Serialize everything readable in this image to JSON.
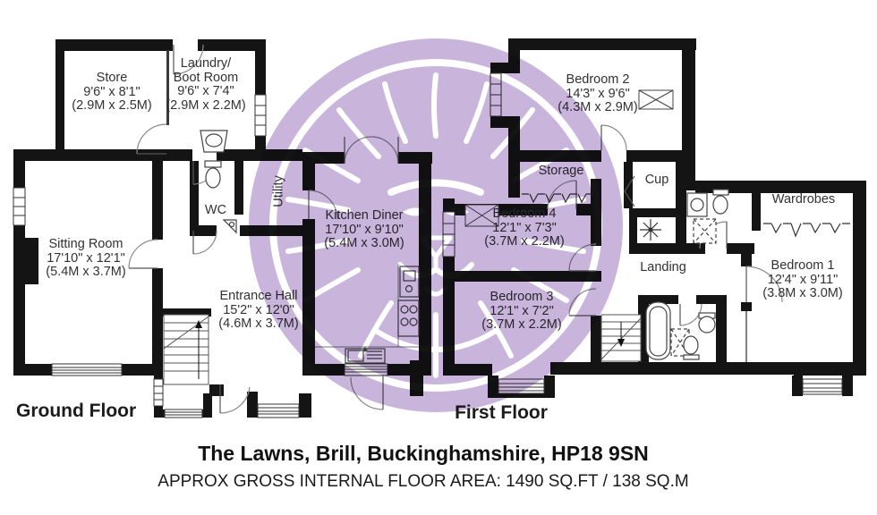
{
  "colors": {
    "watermark_lavender": "#c9b5dc",
    "wall_black": "#141414",
    "label_text": "#323232",
    "heading_text": "#1c1c1c"
  },
  "headings": {
    "ground_floor": "Ground Floor",
    "first_floor": "First Floor",
    "address": "The Lawns, Brill, Buckinghamshire, HP18 9SN",
    "area": "APPROX GROSS INTERNAL FLOOR AREA: 1490 SQ.FT / 138 SQ.M"
  },
  "ground_floor": {
    "rooms": {
      "store": {
        "name": "Store",
        "imperial": "9'6\" x 8'1\"",
        "metric": "(2.9M x 2.5M)"
      },
      "laundry": {
        "name": "Laundry/",
        "name2": "Boot Room",
        "imperial": "9'6\" x 7'4\"",
        "metric": "(2.9M x 2.2M)"
      },
      "wc": {
        "name": "WC"
      },
      "utility": {
        "name": "Utility"
      },
      "sitting_room": {
        "name": "Sitting Room",
        "imperial": "17'10\" x 12'1\"",
        "metric": "(5.4M x 3.7M)"
      },
      "entrance_hall": {
        "name": "Entrance Hall",
        "imperial": "15'2\" x 12'0\"",
        "metric": "(4.6M x 3.7M)"
      },
      "kitchen_diner": {
        "name": "Kitchen Diner",
        "imperial": "17'10\" x 9'10\"",
        "metric": "(5.4M x 3.0M)"
      }
    }
  },
  "first_floor": {
    "rooms": {
      "bedroom2": {
        "name": "Bedroom 2",
        "imperial": "14'3\" x 9'6\"",
        "metric": "(4.3M x 2.9M)"
      },
      "storage": {
        "name": "Storage"
      },
      "cup": {
        "name": "Cup"
      },
      "bedroom4": {
        "name": "Bedroom 4",
        "imperial": "12'1\" x 7'3\"",
        "metric": "(3.7M x 2.2M)"
      },
      "bedroom3": {
        "name": "Bedroom 3",
        "imperial": "12'1\" x 7'2\"",
        "metric": "(3.7M x 2.2M)"
      },
      "landing": {
        "name": "Landing"
      },
      "wardrobes": {
        "name": "Wardrobes"
      },
      "bedroom1": {
        "name": "Bedroom 1",
        "imperial": "12'4\" x 9'11\"",
        "metric": "(3.8M x 3.0M)"
      }
    }
  }
}
